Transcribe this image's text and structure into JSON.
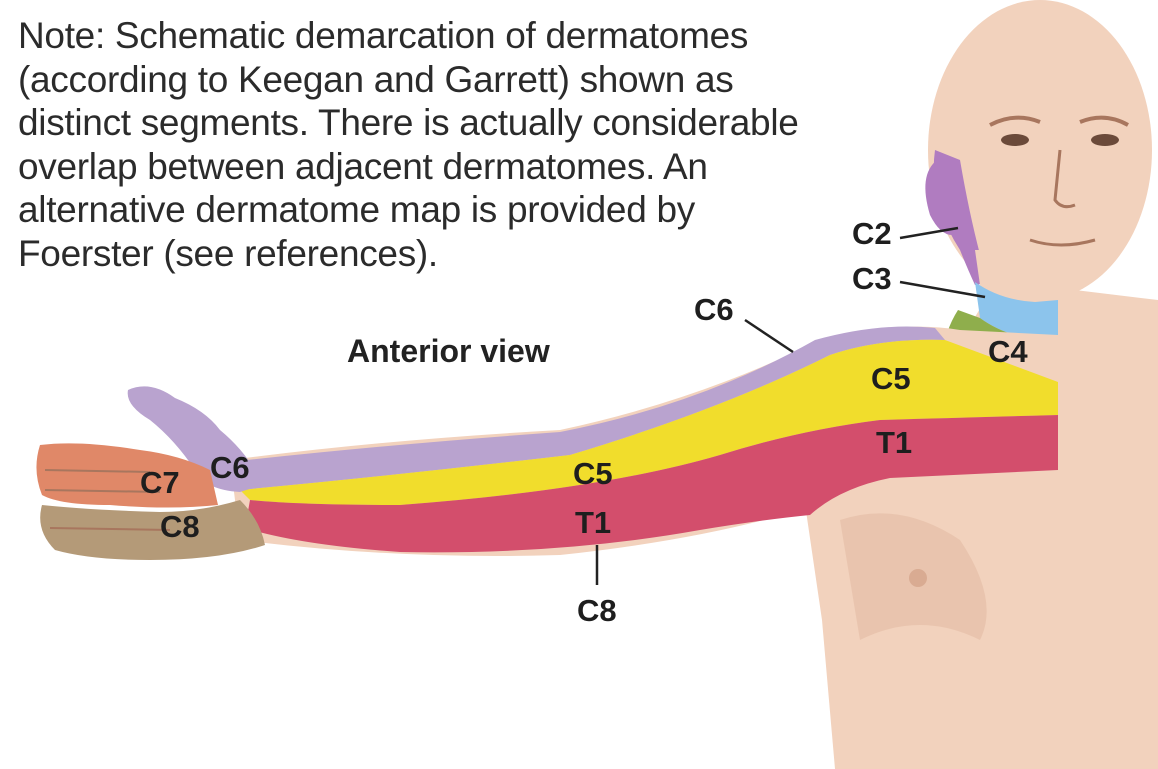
{
  "note": {
    "lines": [
      "Note: Schematic demarcation of dermatomes",
      "(according to Keegan and Garrett) shown as",
      "distinct segments. There is actually considerable",
      "overlap between adjacent dermatomes. An",
      "alternative dermatome map is provided by",
      "Foerster (see references)."
    ]
  },
  "view_title": "Anterior view",
  "labels": {
    "c2": "C2",
    "c3": "C3",
    "c4": "C4",
    "c5_shoulder": "C5",
    "c6_shoulder": "C6",
    "t1_shoulder": "T1",
    "c5_forearm": "C5",
    "t1_forearm": "T1",
    "c8_forearm": "C8",
    "c6_hand": "C6",
    "c7_hand": "C7",
    "c8_hand": "C8"
  },
  "colors": {
    "C2": "#b07cc0",
    "C3": "#8cc4ec",
    "C4": "#8fae4c",
    "C5": "#f1dd2c",
    "C6": "#b9a3cf",
    "C7": "#e08868",
    "C8": "#b49a78",
    "T1": "#d34e6c",
    "skin": "#f2d2bd",
    "skin_shadow": "#d9ab92"
  }
}
